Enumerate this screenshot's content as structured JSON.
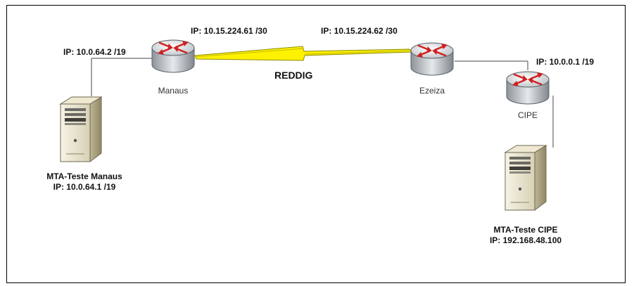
{
  "colors": {
    "router_body": "#c9cdd2",
    "router_arrows": "#d21f1f",
    "wan_link": "#fff200",
    "server_body": "#e4dfc6"
  },
  "devices": {
    "manaus": "Manaus",
    "ezeiza": "Ezeiza",
    "cipe": "CIPE"
  },
  "link_label": "REDDIG",
  "ips": {
    "manaus_lan": "IP: 10.0.64.2 /19",
    "manaus_wan": "IP: 10.15.224.61 /30",
    "ezeiza_wan": "IP: 10.15.224.62 /30",
    "cipe_lan": "IP: 10.0.0.1 /19"
  },
  "servers": {
    "manaus": {
      "name": "MTA-Teste Manaus",
      "ip": "IP: 10.0.64.1 /19"
    },
    "cipe": {
      "name": "MTA-Teste CIPE",
      "ip": "IP: 192.168.48.100"
    }
  }
}
